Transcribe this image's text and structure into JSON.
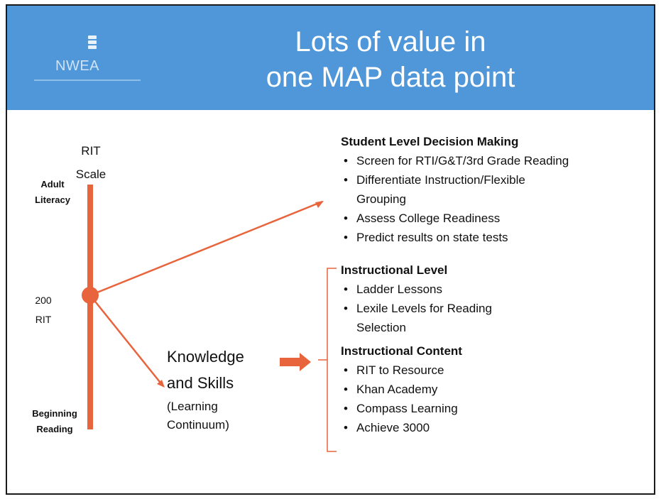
{
  "title": {
    "line1": "Lots of value in",
    "line2": "one MAP data point"
  },
  "logo": {
    "text": "NWEA"
  },
  "scale": {
    "title_line1": "RIT",
    "title_line2": "Scale",
    "top_line1": "Adult",
    "top_line2": "Literacy",
    "mid_line1": "200",
    "mid_line2": "RIT",
    "bottom_line1": "Beginning",
    "bottom_line2": "Reading"
  },
  "knowledge": {
    "line1": "Knowledge",
    "line2": "and Skills",
    "line3": "(Learning",
    "line4": "Continuum)"
  },
  "student_level": {
    "heading": "Student Level Decision Making",
    "items": [
      "Screen for RTI/G&T/3rd Grade Reading",
      "Differentiate Instruction/Flexible",
      "Grouping",
      "Assess College Readiness",
      "Predict results on state tests"
    ]
  },
  "instructional_level": {
    "heading": "Instructional Level",
    "items": [
      "Ladder Lessons",
      "Lexile Levels for Reading",
      "Selection"
    ]
  },
  "instructional_content": {
    "heading": "Instructional Content",
    "items": [
      "RIT to Resource",
      "Khan Academy",
      "Compass Learning",
      "Achieve 3000"
    ]
  },
  "colors": {
    "header": "#4f97d8",
    "accent": "#e8643c"
  }
}
